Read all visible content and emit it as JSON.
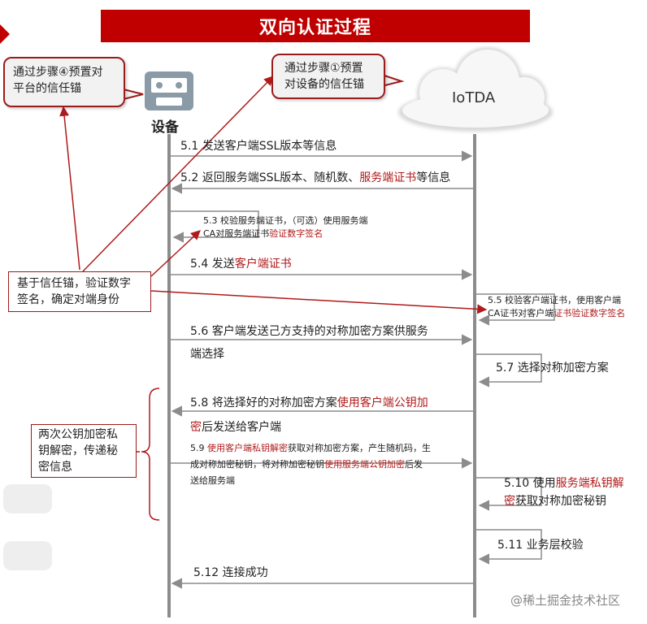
{
  "title": "双向认证过程",
  "device": {
    "label": "设备",
    "icon": "device-icon"
  },
  "cloud": {
    "label": "IoTDA",
    "icon": "cloud-icon"
  },
  "callouts": {
    "step4": [
      "通过步骤④预置对",
      "平台的信任锚"
    ],
    "step1": [
      "通过步骤①预置",
      "对设备的信任锚"
    ],
    "trust": [
      "基于信任锚，验证数字",
      "签名，确定对端身份"
    ],
    "keys": [
      "两次公钥加密私",
      "钥解密，传递秘",
      "密信息"
    ]
  },
  "steps": {
    "s51": "5.1  发送客户端SSL版本等信息",
    "s52_a": "5.2  返回服务端SSL版本、随机数、",
    "s52_b": "服务端证书",
    "s52_c": "等信息",
    "s53_l1": "5.3 校验服务端证书，（可选）使用服务端",
    "s53_l2_a": "CA对服务端证书",
    "s53_l2_b": "验证数字签名",
    "s54_a": "5.4  发送",
    "s54_b": "客户端证书",
    "s55_l1": "5.5 校验客户端证书，使用客户端",
    "s55_l2_a": "CA证书对客户端",
    "s55_l2_b": "证书验证数字签名",
    "s56_l1": "5.6  客户端发送己方支持的对称加密方案供服务",
    "s56_l2": "端选择",
    "s57": "5.7  选择对称加密方案",
    "s58_l1_a": "5.8  将选择好的对称加密方案",
    "s58_l1_b": "使用客户端公钥加",
    "s58_l2_a": "密",
    "s58_l2_b": "后发送给客户端",
    "s59_l1_a": "5.9 ",
    "s59_l1_b": "使用客户端私钥解密",
    "s59_l1_c": "获取对称加密方案，产生随机码，生",
    "s59_l2": "成对称加密秘钥，将对称加密秘钥",
    "s59_l2_b": "使用服务端公钥加密",
    "s59_l2_c": "后发",
    "s59_l3": "送给服务端",
    "s510_l1_a": "5.10  使用",
    "s510_l1_b": "服务端私钥解",
    "s510_l2_a": "密",
    "s510_l2_b": "获取对称加密秘钥",
    "s511": "5.11  业务层校验",
    "s512": "5.12  连接成功"
  },
  "watermark": "@稀土掘金技术社区",
  "colors": {
    "accent": "#c00000",
    "arrow_red": "#b01a1a",
    "line_gray": "#8c8c8c"
  }
}
